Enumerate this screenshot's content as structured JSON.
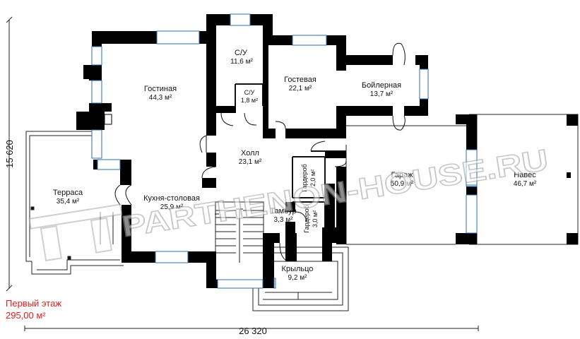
{
  "floor": {
    "name": "Первый этаж",
    "area": "295,00 м²"
  },
  "dimensions": {
    "width": "26 320",
    "height": "15 620"
  },
  "watermark": "PARTHENON-HOUSE.RU",
  "rooms": {
    "su1": {
      "name": "С/У",
      "area": "11,6 м²"
    },
    "su2": {
      "name": "С/У",
      "area": "1,8 м²"
    },
    "living": {
      "name": "Гостиная",
      "area": "44,3 м²"
    },
    "guest": {
      "name": "Гостевая",
      "area": "22,1 м²"
    },
    "boiler": {
      "name": "Бойлерная",
      "area": "13,7 м²"
    },
    "hall": {
      "name": "Холл",
      "area": "23,1 м²"
    },
    "terrace": {
      "name": "Терраса",
      "area": "35,4 м²"
    },
    "kitchen": {
      "name": "Кухня-столовая",
      "area": "25,9 м²"
    },
    "wardrobe1": {
      "name": "Гардероб",
      "area": "2,0 м²"
    },
    "wardrobe2": {
      "name": "Гардероб",
      "area": "3,0 м²"
    },
    "vestibule": {
      "name": "Тамбур",
      "area": "3,3 м²"
    },
    "garage": {
      "name": "Гараж",
      "area": "50,9 м²"
    },
    "canopy": {
      "name": "Навес",
      "area": "46,7 м²"
    },
    "porch": {
      "name": "Крыльцо",
      "area": "9,2 м²"
    }
  }
}
